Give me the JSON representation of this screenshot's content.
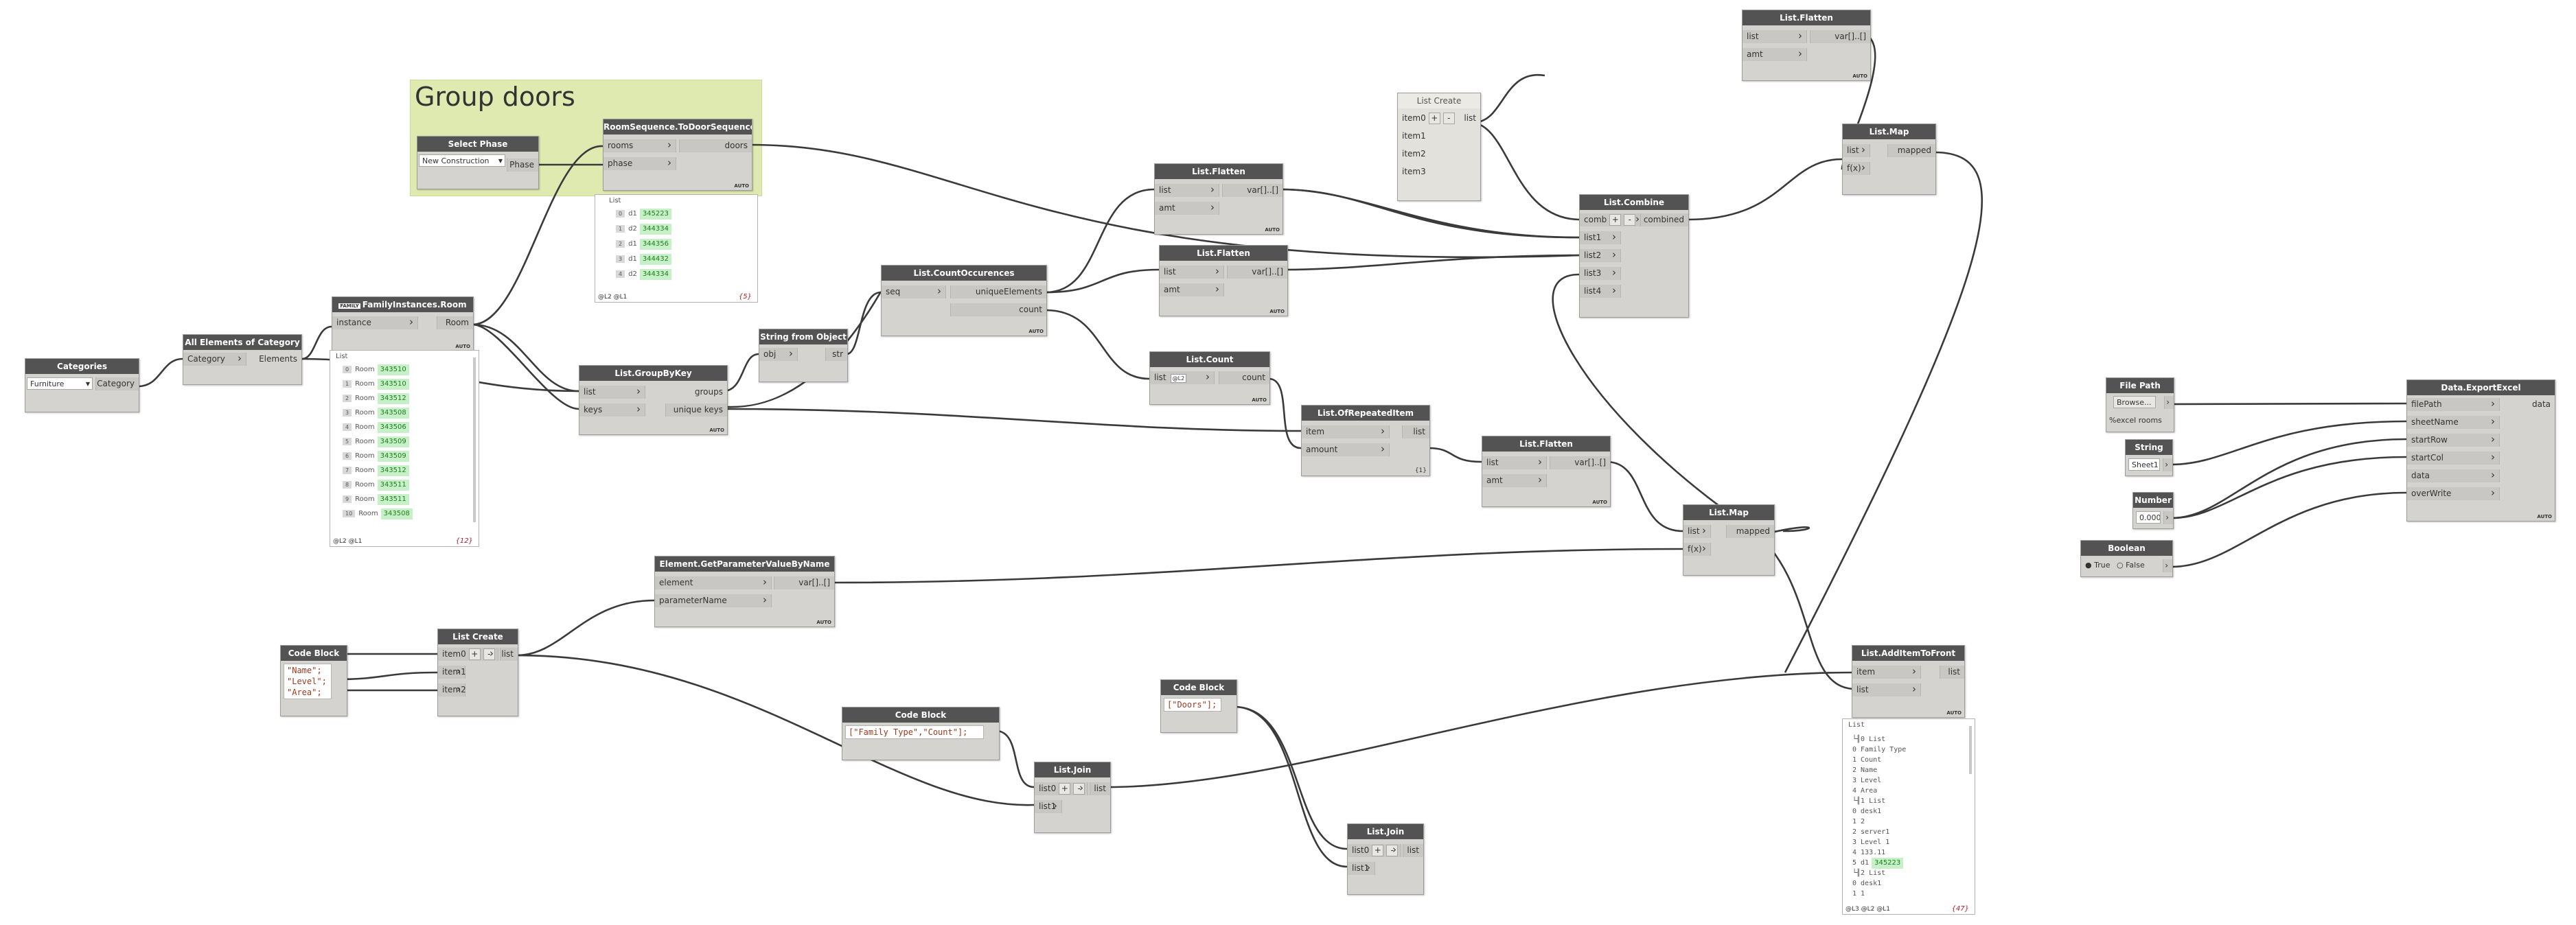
{
  "group": {
    "title": "Group doors"
  },
  "nodes": {
    "categories": {
      "title": "Categories",
      "selected": "Furniture",
      "output": "Category"
    },
    "all_elements": {
      "title": "All Elements of Category",
      "input": "Category",
      "output": "Elements"
    },
    "family_room": {
      "title": "FamilyInstances.Room",
      "badge": "FAMILY",
      "input": "instance",
      "output": "Room",
      "auto": "AUTO",
      "preview": {
        "title": "List",
        "rows": [
          {
            "i": "0",
            "k": "Room",
            "v": "343510"
          },
          {
            "i": "1",
            "k": "Room",
            "v": "343510"
          },
          {
            "i": "2",
            "k": "Room",
            "v": "343512"
          },
          {
            "i": "3",
            "k": "Room",
            "v": "343508"
          },
          {
            "i": "4",
            "k": "Room",
            "v": "343506"
          },
          {
            "i": "5",
            "k": "Room",
            "v": "343509"
          },
          {
            "i": "6",
            "k": "Room",
            "v": "343509"
          },
          {
            "i": "7",
            "k": "Room",
            "v": "343512"
          },
          {
            "i": "8",
            "k": "Room",
            "v": "343511"
          },
          {
            "i": "9",
            "k": "Room",
            "v": "343511"
          },
          {
            "i": "10",
            "k": "Room",
            "v": "343508"
          }
        ],
        "footer": "@L2 @L1",
        "count": "{12}"
      }
    },
    "select_phase": {
      "title": "Select Phase",
      "selected": "New Construction",
      "output": "Phase"
    },
    "room_seq": {
      "title": "RoomSequence.ToDoorSequence",
      "in1": "rooms",
      "in2": "phase",
      "output": "doors",
      "auto": "AUTO",
      "preview": {
        "title": "List",
        "rows": [
          {
            "i": "0",
            "k": "d1",
            "v": "345223"
          },
          {
            "i": "1",
            "k": "d2",
            "v": "344334"
          },
          {
            "i": "2",
            "k": "d1",
            "v": "344356"
          },
          {
            "i": "3",
            "k": "d1",
            "v": "344432"
          },
          {
            "i": "4",
            "k": "d2",
            "v": "344334"
          }
        ],
        "footer": "@L2 @L1",
        "count": "{5}"
      }
    },
    "groupbykey": {
      "title": "List.GroupByKey",
      "in1": "list",
      "in2": "keys",
      "out1": "groups",
      "out2": "unique keys",
      "auto": "AUTO"
    },
    "string_from_obj": {
      "title": "String from Object",
      "input": "obj",
      "output": "str"
    },
    "count_occ": {
      "title": "List.CountOccurences",
      "input": "seq",
      "out1": "uniqueElements",
      "out2": "count",
      "auto": "AUTO"
    },
    "flatten1": {
      "title": "List.Flatten",
      "in1": "list",
      "in2": "amt",
      "output": "var[]..[]",
      "auto": "AUTO"
    },
    "flatten2": {
      "title": "List.Flatten",
      "in1": "list",
      "in2": "amt",
      "output": "var[]..[]",
      "auto": "AUTO"
    },
    "list_count": {
      "title": "List.Count",
      "input": "list",
      "level": "@L2",
      "output": "count",
      "auto": "AUTO"
    },
    "of_repeated": {
      "title": "List.OfRepeatedItem",
      "in1": "item",
      "in2": "amount",
      "output": "list",
      "lacing": "{1}"
    },
    "flatten3": {
      "title": "List.Flatten",
      "in1": "list",
      "in2": "amt",
      "output": "var[]..[]",
      "auto": "AUTO"
    },
    "list_create_top": {
      "title": "List Create",
      "in0": "item0",
      "in1": "item1",
      "in2": "item2",
      "in3": "item3",
      "output": "list"
    },
    "list_combine": {
      "title": "List.Combine",
      "in0": "comb",
      "in1": "list1",
      "in2": "list2",
      "in3": "list3",
      "in4": "list4",
      "output": "combined"
    },
    "flatten_top": {
      "title": "List.Flatten",
      "in1": "list",
      "in2": "amt",
      "output": "var[]..[]",
      "auto": "AUTO"
    },
    "map_top": {
      "title": "List.Map",
      "in1": "list",
      "in2": "f(x)",
      "output": "mapped"
    },
    "map_mid": {
      "title": "List.Map",
      "in1": "list",
      "in2": "f(x)",
      "output": "mapped"
    },
    "get_param": {
      "title": "Element.GetParameterValueByName",
      "in1": "element",
      "in2": "parameterName",
      "output": "var[]..[]",
      "auto": "AUTO"
    },
    "code_block1": {
      "title": "Code Block",
      "lines": [
        "\"Name\";",
        "\"Level\";",
        "\"Area\";"
      ]
    },
    "list_create_bottom": {
      "title": "List Create",
      "in0": "item0",
      "in1": "item1",
      "in2": "item2",
      "output": "list"
    },
    "code_block2": {
      "title": "Code Block",
      "lines": [
        "[\"Family Type\",\"Count\"];"
      ]
    },
    "code_block3": {
      "title": "Code Block",
      "lines": [
        "[\"Doors\"];"
      ]
    },
    "join1": {
      "title": "List.Join",
      "in0": "list0",
      "in1": "list1",
      "output": "list"
    },
    "join2": {
      "title": "List.Join",
      "in0": "list0",
      "in1": "list1",
      "output": "list"
    },
    "add_front": {
      "title": "List.AddItemToFront",
      "in1": "item",
      "in2": "list",
      "output": "list",
      "auto": "AUTO",
      "preview": {
        "title": "List",
        "rows": [
          {
            "t": "└╢0 List"
          },
          {
            "t": "    0 Family Type"
          },
          {
            "t": "    1 Count"
          },
          {
            "t": "    2 Name"
          },
          {
            "t": "    3 Level"
          },
          {
            "t": "    4 Area"
          },
          {
            "t": "└╢1 List"
          },
          {
            "t": "    0 desk1"
          },
          {
            "t": "    1 2"
          },
          {
            "t": "    2 server1"
          },
          {
            "t": "    3 Level 1"
          },
          {
            "t": "    4 133.11"
          },
          {
            "t": "    5 d1",
            "v": "345223"
          },
          {
            "t": "└╢2 List"
          },
          {
            "t": "    0 desk1"
          },
          {
            "t": "    1 1"
          }
        ],
        "footer": "@L3 @L2 @L1",
        "count": "{47}"
      }
    },
    "file_path": {
      "title": "File Path",
      "button": "Browse...",
      "value": "%excel rooms"
    },
    "string_node": {
      "title": "String",
      "value": "Sheet1"
    },
    "number_node": {
      "title": "Number",
      "value": "0.000"
    },
    "boolean_node": {
      "title": "Boolean",
      "opt_true": "True",
      "opt_false": "False"
    },
    "export_excel": {
      "title": "Data.ExportExcel",
      "in1": "filePath",
      "in2": "sheetName",
      "in3": "startRow",
      "in4": "startCol",
      "in5": "data",
      "in6": "overWrite",
      "output": "data",
      "auto": "AUTO"
    }
  },
  "colors": {
    "node_header": "#535353",
    "node_body": "#d5d3cf",
    "group_bg": "#dfeab0",
    "preview_value": "#1a7f1a",
    "code_text": "#9c3a1d"
  }
}
